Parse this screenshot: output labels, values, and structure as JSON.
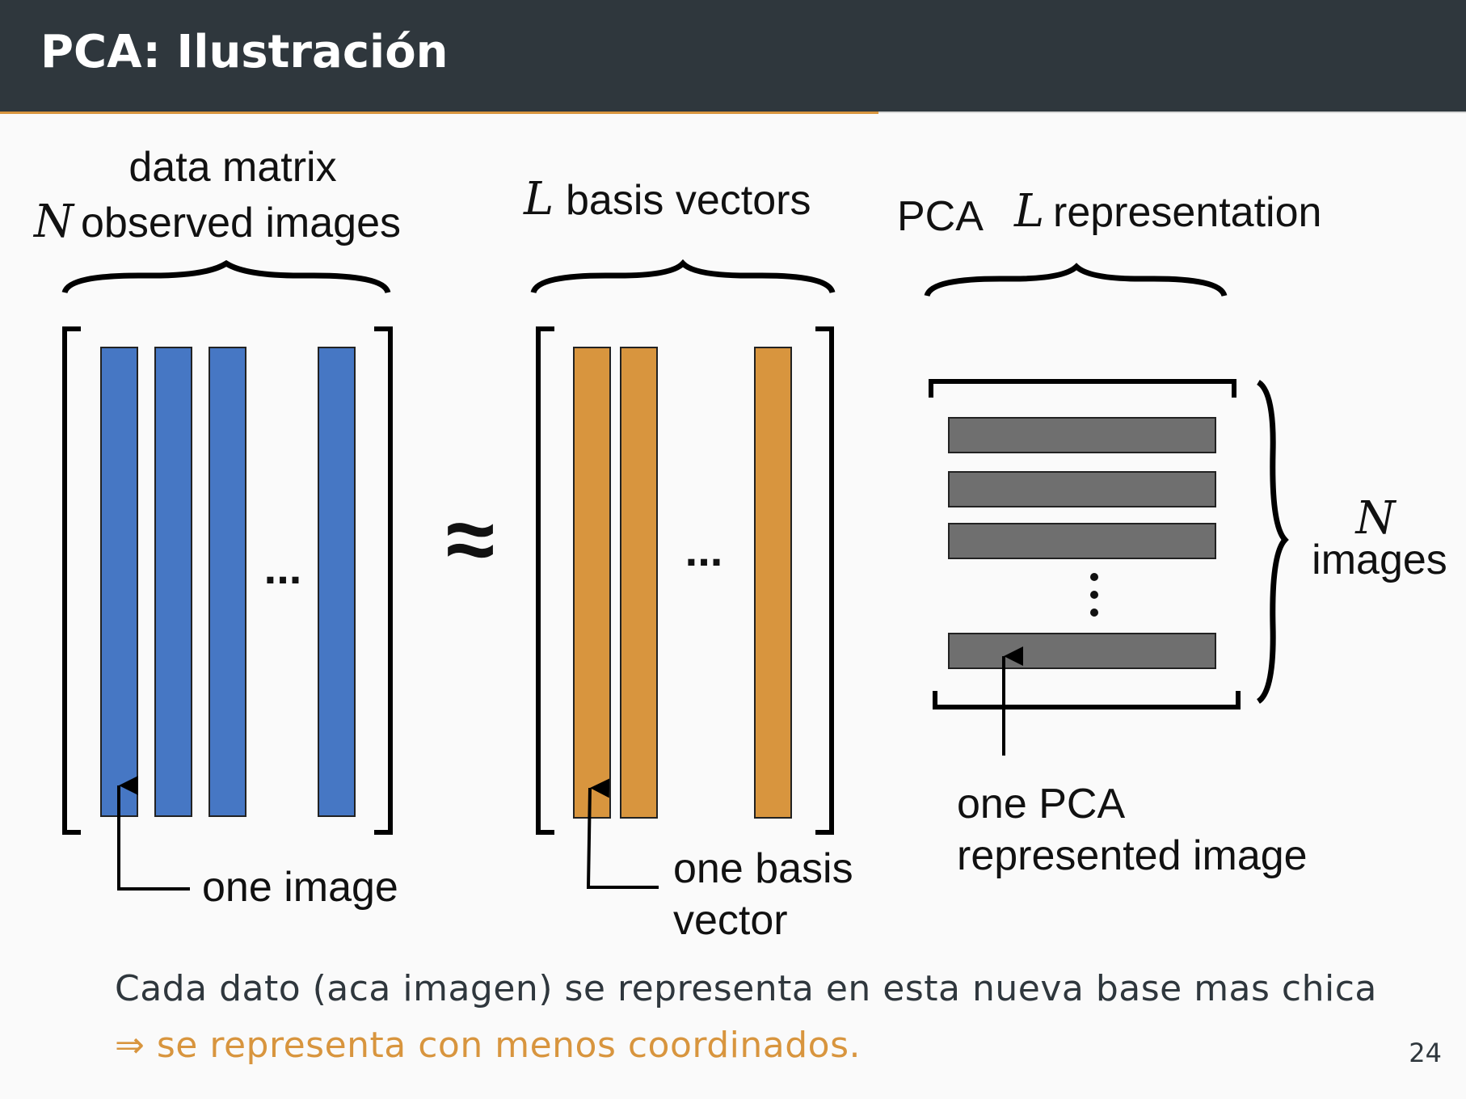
{
  "slide": {
    "title": "PCA: Ilustración",
    "page_number": "24",
    "colors": {
      "header_bg": "#2f373d",
      "accent": "#d8953e",
      "image_columns": "#4677c4",
      "basis_columns": "#d8953e",
      "pca_rows": "#6f6f6f"
    }
  },
  "diagram": {
    "data_matrix": {
      "label_line1": "data matrix",
      "label_var": "N",
      "label_line2": "observed images",
      "ellipsis": "...",
      "pointer_label": "one image"
    },
    "approx_symbol": "≈",
    "basis": {
      "label_var": "L",
      "label": "basis vectors",
      "ellipsis": "...",
      "pointer_label_line1": "one basis",
      "pointer_label_line2": "vector"
    },
    "representation": {
      "label_prefix": "PCA",
      "label_var": "L",
      "label": "representation",
      "side_var": "N",
      "side_label": "images",
      "vertical_ellipsis": "⋮",
      "pointer_label_line1": "one PCA",
      "pointer_label_line2": "represented image"
    }
  },
  "body": {
    "line1": "Cada dato (aca imagen) se representa en esta nueva base mas chica",
    "line2": "⇒ se representa con menos coordinados."
  }
}
